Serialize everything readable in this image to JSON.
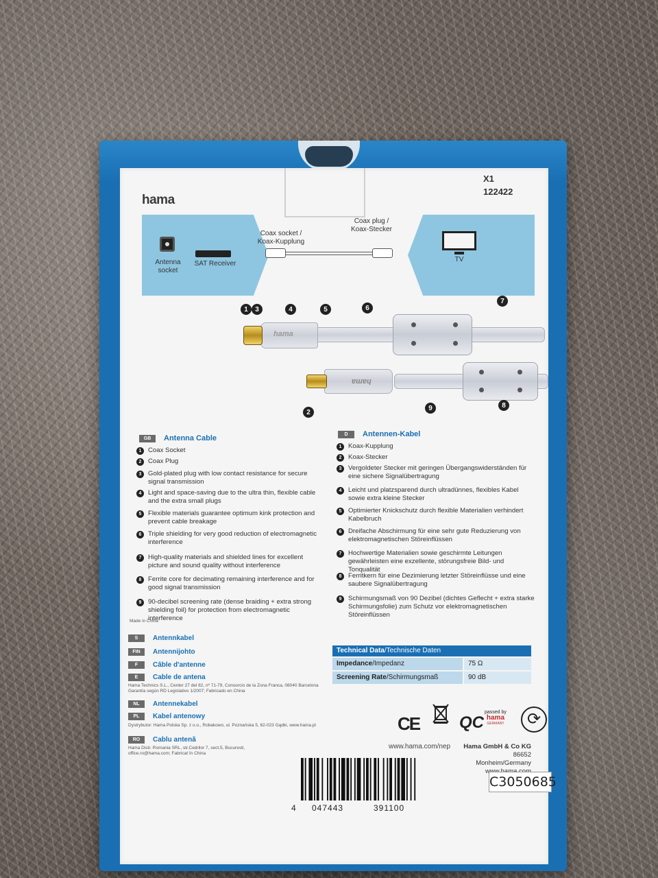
{
  "brand": "hama",
  "article": {
    "line1": "X1",
    "line2": "122422"
  },
  "diagram": {
    "antenna_socket": "Antenna\nsocket",
    "sat_receiver": "SAT Receiver",
    "coax_socket": "Coax socket /\nKoax-Kupplung",
    "coax_plug": "Coax plug /\nKoax-Stecker",
    "tv": "TV"
  },
  "parts_numbers": [
    "1",
    "2",
    "3",
    "4",
    "5",
    "6",
    "7",
    "8",
    "9"
  ],
  "plug_brand": "hama",
  "english": {
    "tag": "GB",
    "title": "Antenna Cable",
    "items": [
      {
        "n": "1",
        "text": "Coax Socket"
      },
      {
        "n": "2",
        "text": "Coax Plug"
      },
      {
        "n": "3",
        "text": "Gold-plated plug with low contact resistance for secure signal transmission"
      },
      {
        "n": "4",
        "text": "Light and space-saving due to the ultra thin, flexible cable and the extra small plugs"
      },
      {
        "n": "5",
        "text": "Flexible materials guarantee optimum kink protection and prevent cable breakage"
      },
      {
        "n": "6",
        "text": "Triple shielding for very good reduction of electromagnetic interference"
      },
      {
        "n": "7",
        "text": "High-quality materials and shielded lines for excellent picture and sound quality without interference"
      },
      {
        "n": "8",
        "text": "Ferrite core for decimating remaining interference and for good signal transmission"
      },
      {
        "n": "9",
        "text": "90-decibel screening rate (dense braiding + extra strong shielding foil) for protection from electromagnetic interference"
      }
    ],
    "made_in": "Made in China"
  },
  "german": {
    "tag": "D",
    "title": "Antennen-Kabel",
    "items": [
      {
        "n": "1",
        "text": "Koax-Kupplung"
      },
      {
        "n": "2",
        "text": "Koax-Stecker"
      },
      {
        "n": "3",
        "text": "Vergoldeter Stecker mit geringen Übergangswiderständen für eine sichere Signalübertragung"
      },
      {
        "n": "4",
        "text": "Leicht und platzsparend durch ultradünnes, flexibles Kabel sowie extra kleine Stecker"
      },
      {
        "n": "5",
        "text": "Optimierter Knickschutz durch flexible Materialien verhindert Kabelbruch"
      },
      {
        "n": "6",
        "text": "Dreifache Abschirmung für eine sehr gute Reduzierung von elektromagnetischen Störeinflüssen"
      },
      {
        "n": "7",
        "text": "Hochwertige Materialien sowie geschirmte Leitungen gewährleisten eine exzellente, störungsfreie Bild- und Tonqualität"
      },
      {
        "n": "8",
        "text": "Ferritkern für eine Dezimierung letzter Störeinflüsse und eine saubere Signalübertragung"
      },
      {
        "n": "9",
        "text": "Schirmungsmaß von 90 Dezibel (dichtes Geflecht + extra starke Schirmungsfolie) zum Schutz vor elektromagnetischen Störeinflüssen"
      }
    ]
  },
  "languages": [
    {
      "tag": "S",
      "title": "Antennkabel",
      "note": ""
    },
    {
      "tag": "FIN",
      "title": "Antennijohto",
      "note": ""
    },
    {
      "tag": "F",
      "title": "Câble d'antenne",
      "note": ""
    },
    {
      "tag": "E",
      "title": "Cable de antena",
      "note": "Hama Technics S.L., Center 27 del 82, nº 71-79, Consorcio de la Zona Franca, 08040 Barcelona\nGarantía según RD Legislativo 1/2007; Fabricado en China"
    },
    {
      "tag": "NL",
      "title": "Antennekabel",
      "note": ""
    },
    {
      "tag": "PL",
      "title": "Kabel antenowy",
      "note": "Dystrybutor: Hama Polska Sp. z o.o., Robakowo, ul. Poznańska 5, 62-023 Gądki, www.hama.pl"
    },
    {
      "tag": "RO",
      "title": "Cablu antenă",
      "note": "Hama Distr. Romania SRL, str.Cedrilor 7, sect.5, Bucuresti,\noffice.ro@hama.com; Fabricat în China"
    }
  ],
  "tech": {
    "head_bold": "Technical Data",
    "head_rest": "/Technische Daten",
    "rows": [
      {
        "k_bold": "Impedance",
        "k_rest": "/Impedanz",
        "v": "75 Ω"
      },
      {
        "k_bold": "Screening Rate",
        "k_rest": "/Schirmungsmaß",
        "v": "90 dB"
      }
    ]
  },
  "logos": {
    "ce": "CE",
    "qc": "QC",
    "passed_by": "passed by",
    "passed_brand": "hama",
    "passed_country": "GERMANY"
  },
  "website_left": "www.hama.com/nep",
  "company": {
    "name": "Hama GmbH & Co KG",
    "city": "86652 Monheim/Germany",
    "web": "www.hama.com"
  },
  "barcode": {
    "d1": "4",
    "d2": "047443",
    "d3": "391100"
  },
  "control_code": "C3050685",
  "colors": {
    "accent": "#1a6fb3",
    "panel": "#8ec6e1"
  }
}
